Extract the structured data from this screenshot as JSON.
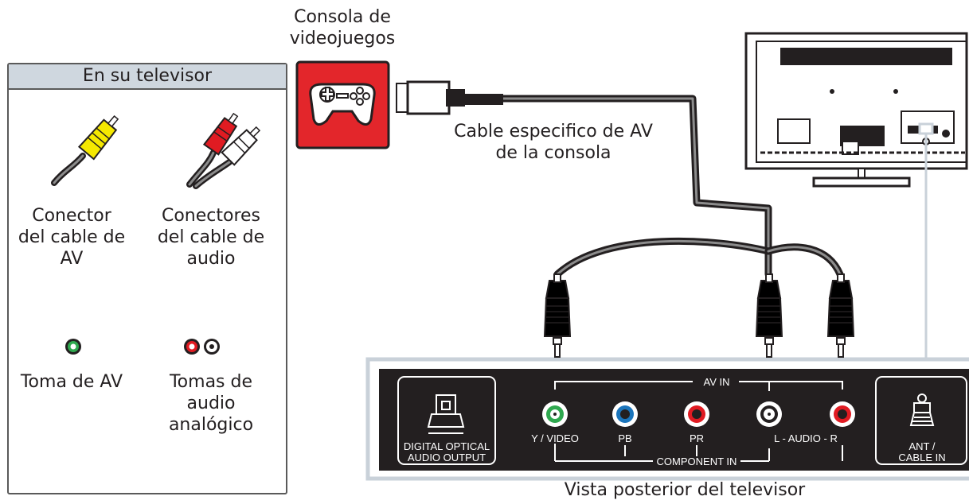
{
  "labels": {
    "console": [
      "Consola de",
      "videojuegos"
    ],
    "av_cable": [
      "Cable especifico de AV",
      "de la consola"
    ],
    "tv_rear_view": "Vista posterior del televisor"
  },
  "legend": {
    "title": "En su televisor",
    "av_connector": [
      "Conector",
      "del cable de",
      "AV"
    ],
    "audio_connectors": [
      "Conectores",
      "del cable de",
      "audio"
    ],
    "av_jack": "Toma de AV",
    "audio_jacks": [
      "Tomas de",
      "audio",
      "analógico"
    ]
  },
  "panel": {
    "av_in": "AV IN",
    "y_video": "Y / VIDEO",
    "pb": "PB",
    "pr": "PR",
    "audio": "L  -  AUDIO  -  R",
    "component_in": "COMPONENT IN",
    "digital_optical": [
      "DIGITAL OPTICAL",
      "AUDIO OUTPUT"
    ],
    "ant": [
      "ANT /",
      "CABLE IN"
    ]
  },
  "colors": {
    "yellow": "#f5e800",
    "red": "#e01b22",
    "white": "#ffffff",
    "green": "#2fa84f",
    "blue": "#1b75bc",
    "console_red": "#e3262b",
    "header_gray": "#cfd7df",
    "panel_bg": "#231f20",
    "panel_frame": "#c9d1d9"
  },
  "icons": [
    "gamepad-icon",
    "optical-port-icon",
    "antenna-connector-icon",
    "rca-plug-icon"
  ]
}
